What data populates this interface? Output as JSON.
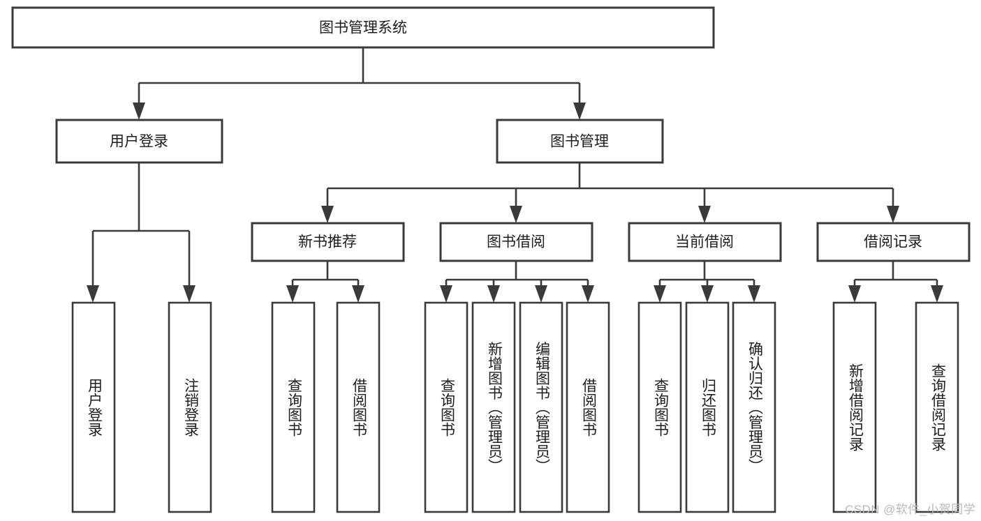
{
  "diagram": {
    "title": "图书管理系统",
    "type": "tree-hierarchy-chart",
    "colors": {
      "stroke": "#3a3a3a",
      "fill": "#ffffff",
      "text": "#1d1d1d",
      "watermark": "#b9b9b9"
    },
    "root": {
      "label": "图书管理系统"
    },
    "level2": [
      {
        "label": "用户登录"
      },
      {
        "label": "图书管理"
      }
    ],
    "level3": [
      {
        "label": "新书推荐"
      },
      {
        "label": "图书借阅"
      },
      {
        "label": "当前借阅"
      },
      {
        "label": "借阅记录"
      }
    ],
    "leaves_user_login": [
      {
        "label": "用户登录"
      },
      {
        "label": "注销登录"
      }
    ],
    "leaves_new_book": [
      {
        "label": "查询图书"
      },
      {
        "label": "借阅图书"
      }
    ],
    "leaves_borrow": [
      {
        "label": "查询图书"
      },
      {
        "label": "新增图书（管理员）"
      },
      {
        "label": "编辑图书（管理员）"
      },
      {
        "label": "借阅图书"
      }
    ],
    "leaves_current": [
      {
        "label": "查询图书"
      },
      {
        "label": "归还图书"
      },
      {
        "label": "确认归还（管理员）"
      }
    ],
    "leaves_record": [
      {
        "label": "新增借阅记录"
      },
      {
        "label": "查询借阅记录"
      }
    ]
  },
  "watermark": {
    "text": "CSDN @软件_小贺同学"
  }
}
